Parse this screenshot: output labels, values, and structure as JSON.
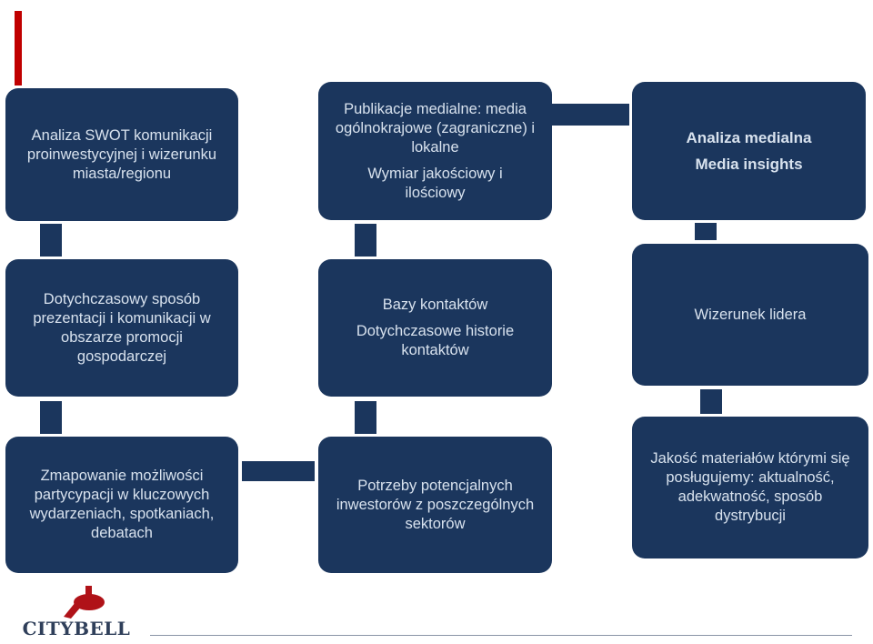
{
  "boxes": {
    "swot": "Analiza SWOT  komunikacji proinwestycyjnej i wizerunku miasta/regionu",
    "publikacje": [
      "Publikacje medialne: media",
      "ogólnokrajowe (zagraniczne) i",
      "lokalne"
    ],
    "wymiar": [
      "Wymiar jakościowy i",
      "ilościowy"
    ],
    "analiza": "Analiza medialna",
    "insights": "Media insights",
    "dotychczasowy": [
      "Dotychczasowy sposób",
      "prezentacji i komunikacji w",
      "obszarze promocji",
      "gospodarczej"
    ],
    "bazy": "Bazy kontaktów",
    "historie": [
      "Dotychczasowe historie",
      "kontaktów"
    ],
    "wizerunek": "Wizerunek lidera",
    "zmapowanie": [
      "Zmapowanie możliwości",
      "partycypacji w kluczowych",
      "wydarzeniach, spotkaniach,",
      "debatach"
    ],
    "potrzeby": [
      "Potrzeby potencjalnych",
      "inwestorów z poszczególnych",
      "sektorów"
    ],
    "jakosc": [
      "Jakość materiałów którymi się",
      "posługujemy: aktualność,",
      "adekwatność, sposób",
      "dystrybucji"
    ]
  },
  "logo": {
    "text": "CITYBELL"
  },
  "colors": {
    "box": "#1b365d",
    "box_text": "#d8e2ee",
    "accent": "#c00000"
  }
}
